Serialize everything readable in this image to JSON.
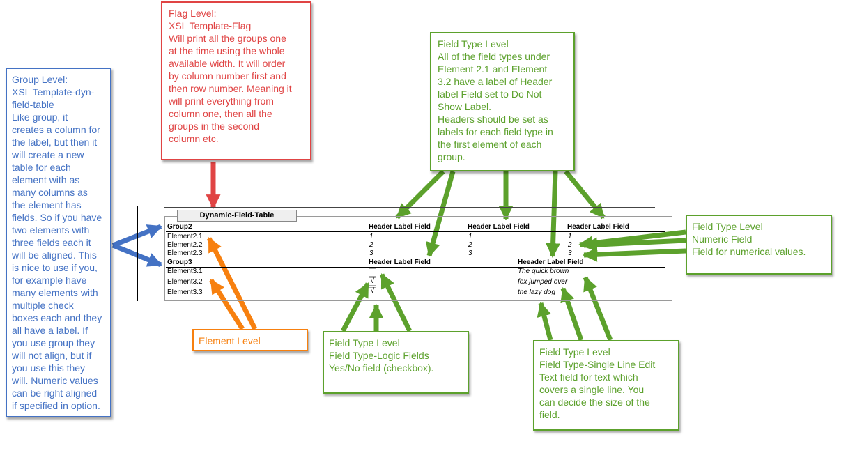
{
  "callouts": {
    "group_level": "Group Level:\nXSL Template-dyn-\nfield-table\nLike group, it\ncreates a column for\nthe label, but then it\nwill create a new\ntable for each\nelement with as\nmany columns as\nthe element has\nfields. So if you have\ntwo elements with\nthree fields each it\nwill be aligned. This\nis nice to use if you,\nfor example have\nmany elements with\nmultiple check\nboxes each and they\nall have a label. If\nyou use group they\nwill not align, but if\nyou use this they\nwill. Numeric values\ncan be right aligned\nif specified in option.",
    "flag_level": "Flag Level:\nXSL Template-Flag\nWill print all the groups one\nat the time using the whole\navailable width. It will order\nby column number first and\nthen row number. Meaning it\nwill print everything from\ncolumn one, then all the\ngroups in the second\ncolumn etc.",
    "field_type_header": "Field Type Level\nAll of the field types under\nElement 2.1 and Element\n3.2 have a label of Header\nlabel Field set to Do Not\nShow Label.\nHeaders should be set as\nlabels for each field type in\nthe first element of each\ngroup.",
    "field_type_numeric": "Field Type Level\nNumeric Field\nField for numerical values.",
    "element_level": "Element Level",
    "field_type_logic": "Field Type Level\nField Type-Logic Fields\nYes/No field (checkbox).",
    "field_type_single_line": "Field Type Level\nField Type-Single Line Edit\nText field for text which\ncovers a single line. You\ncan decide the size of the\nfield."
  },
  "doc": {
    "title": "Dynamic-Field-Table",
    "group2": {
      "name": "Group2",
      "headers": [
        "Header Label Field",
        "Header Label Field",
        "Header Label Field"
      ],
      "rows": [
        {
          "label": "Element2.1",
          "values": [
            "1",
            "1",
            "1"
          ]
        },
        {
          "label": "Element2.2",
          "values": [
            "2",
            "2",
            "2"
          ]
        },
        {
          "label": "Element2.3",
          "values": [
            "3",
            "3",
            "3"
          ]
        }
      ]
    },
    "group3": {
      "name": "Group3",
      "headers": [
        "Header Label Field",
        "Heeader Label Field"
      ],
      "rows": [
        {
          "label": "Element3.1",
          "check": "",
          "text": "The quick brown"
        },
        {
          "label": "Element3.2",
          "check": "√",
          "text": "fox jumped over"
        },
        {
          "label": "Element3.3",
          "check": "√",
          "text": "the lazy dog"
        }
      ]
    }
  },
  "colors": {
    "blue": "#4472c4",
    "red": "#e04444",
    "green": "#5ca12c",
    "orange": "#f7800f"
  }
}
